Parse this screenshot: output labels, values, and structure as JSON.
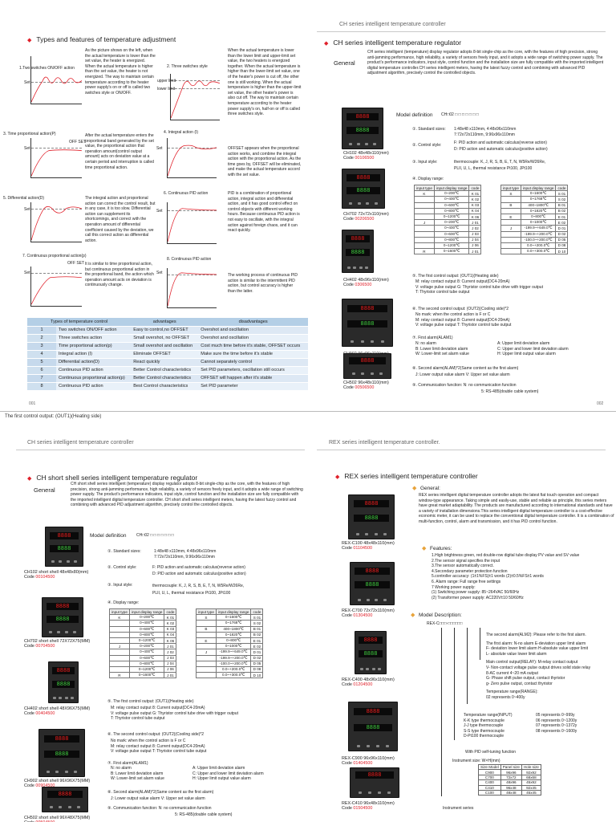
{
  "band_text": "The first control output: (OUT1)(Heating side)",
  "p1": {
    "header_right": "CH series intelligent temperature controller",
    "left_title": "Types and features of temperature adjustment",
    "right_title": "CH series intelligent temperature regulator",
    "general_label": "General",
    "general_text": "CH series intelligent (temperature) display regulator adopts 8-bit single-chip as the core, with the features of high precision, strong anti-jamming performance, high reliability, a variety of sensors freely input, and it adopts a wide range of switching power supply. The product's performance indicators, input style, control function and the installation size are fully compatible with the imported intelligent digital temperature controller.CH series intelligent meters, having the latest fuzzy control and combining with advanced PID adjustment algorithm, precisely control the controlled objects.",
    "graphs": [
      {
        "label": "1.Two switches ON/OFF action",
        "sv": "Set"
      },
      {
        "label": "2. Three switches style",
        "sv": "",
        "upper": "upper limit",
        "lower": "lower limit"
      },
      {
        "label": "3. Time proportional action(P)",
        "sv": "Set",
        "tag": "OFF SET"
      },
      {
        "label": "4. Integral action (I)",
        "sv": "Set"
      },
      {
        "label": "5. Differential action(D)",
        "sv": "Set"
      },
      {
        "label": "6. Continuous PID action",
        "sv": "Set"
      },
      {
        "label": "7. Continuous proportional action(p)",
        "sv": "Set",
        "tag": "OFF SET"
      },
      {
        "label": "8. Continuous PID action",
        "sv": "Set"
      }
    ],
    "desc": [
      "As the picture shows on the left, when the actual temperature is lower than the set value, the heater is energized. When the actual temperature is higher than the set value, the heater is not energized. The way to maintain certain temperature according to the heater power supply's on or off is called two switches style or ON/OFF.",
      "When the actual temperature is lower than the lower limit and upper-limit set value, the two heaters is energized together. When the actual temperature is higher than the lower-limit set value, one of the heater's power is cut off, the other one is still working. When the actual temperature is higher than the upper-limit set value, the other heater's power is also cut off. The way to maintain certain temperature according to the heater power supply's on, half-on or off is called three switches style.",
      "After the actual temperature enters the proportional band generated by the set value, the proportional action that operation amount(control output amount) acts on deviation value at a certain period and interruption is called time proportional action.",
      "OFFSET appears when the proportional action works, and combine the integral action with the proportional action. As the time goes by, OFFSET will be eliminated, and make the actual temperature accord with the set value.",
      "The integral action and proportional action can correct the control result, but in any case, it is too slow. Differential action can supplement its shortcomings, and correct with the operation amount of differential coefficient caused by the deviation, we call this correct action as differential action.",
      "PID is a combination of proportional action, integral action and differential action, and it has good control effect on control objects with different working hours. Because continuous PID action is not easy to oscillate, with the integral action against foreign chaos, and it can react quickly.",
      "It is similar to time proportional action, but continuous proportional action in the proportional band, the action which operation amount acts on deviation is continuously change.",
      "The working process of continuous PID action is similar to the intermittent PID action, but control accuracy is higher than the latter."
    ],
    "cmp_headers": [
      "Types of temperature control",
      "advantages",
      "disadvantages"
    ],
    "cmp_rows": [
      [
        "1",
        "Two switches ON/OFF action",
        "Easy to control,no OFFSET",
        "Overshot and oscillation"
      ],
      [
        "2",
        "Three switches action",
        "Small overshot, no OFFSET",
        "Overshot and oscillation"
      ],
      [
        "3",
        "Time proportional action(p)",
        "Small overshot and oscillation",
        "Cost much time before it's stable, OFFSET occurs"
      ],
      [
        "4",
        "Integral action (I)",
        "Eliminate OFFSET",
        "Make sure the time before it's stable"
      ],
      [
        "5",
        "Differential action(D)",
        "React quickly",
        "Cannot separately control"
      ],
      [
        "6",
        "Continuous PID action",
        "Better Control characteristics",
        "Set PID parameters, oscillation still occurs"
      ],
      [
        "7",
        "Continuous proportional action(p)",
        "Better Control characteristics",
        "OFFSET will happen after it's stable"
      ],
      [
        "8",
        "Continuous PID action",
        "Best Control characteristics",
        "Set PID parameter"
      ]
    ],
    "model_def": "Model definition",
    "model_code": "CH□02 □ □ □ □ □ □ □",
    "specs": {
      "s1_label": "①. Standard sizes:",
      "s1_val": "1:48x48 x110mm,  4:48x96x110mm",
      "s1_val2": "7:72x72x110mm,  9:96x96x110mm",
      "s2_label": "②. Control style:",
      "s2_val": "F: PID action and automatic calculus(reverse action)",
      "s2_val2": "D: PID action and automatic calculus(positive action)",
      "s3_label": "③. Input style:",
      "s3_val": "thermocouple: K, J, R, S, B, E, T, N, W5Re/W26Re,",
      "s3_val2": "PLII, U, L, thermal resistance Pt100, JPt100",
      "s4_label": "④. Display range:",
      "s5_label": "⑤. The first control output: (OUT1)(Heating side)",
      "s5_lines": [
        "M: relay contact output   8: Current output(DC4-20mA)",
        "V: voltage pulse output   G: Thyristor control tube drive with trigger output",
        "T: Thyristor control tube output"
      ],
      "s6_label": "⑥. The second control output: (OUT2)(Cooling side)*2",
      "s6_lines": [
        "No mark: when the control action is F or C",
        "M: relay contact output   8: Current output(DC4-20mA)",
        "V: voltage pulse output   T: Thyristor control tube output"
      ],
      "s7_label": "⑦. First alarm(ALAM1)",
      "s7_l": [
        "N: no alarm",
        "B: Lower limit deviation alarm",
        "W: Lower-limit set alarm value"
      ],
      "s7_r": [
        "A: Upper limit deviation alarm",
        "C: Upper and lower limit deviation alarm",
        "H: Upper limit output value alarm"
      ],
      "s8_label": "⑧. Second alarm(ALAM)*2(Same content as the first alarm)",
      "s8_val": "J: Lower output value alarm  V: Upper set value alarm",
      "s9_label": "⑨. Communication function:  N: no communication function",
      "s9_val": "5: RS-485(double cable system)"
    },
    "range_head": [
      "input type",
      "input display range",
      "code"
    ],
    "range_left": [
      [
        "K",
        "0~200℃",
        "K 01"
      ],
      [
        "",
        "0~400℃",
        "K 02"
      ],
      [
        "",
        "0~600℃",
        "K 03"
      ],
      [
        "",
        "0~800℃",
        "K 04"
      ],
      [
        "",
        "0~1200℃",
        "K 06"
      ],
      [
        "J",
        "0~200℃",
        "J 01"
      ],
      [
        "",
        "0~400℃",
        "J 02"
      ],
      [
        "",
        "0~600℃",
        "J 03"
      ],
      [
        "",
        "0~800℃",
        "J 04"
      ],
      [
        "",
        "0~1200℃",
        "J 06"
      ],
      [
        "R",
        "0~1600℃",
        "J 01"
      ]
    ],
    "range_right": [
      [
        "S",
        "0~1600℃",
        "S 01"
      ],
      [
        "",
        "0~1768℃",
        "S 02"
      ],
      [
        "B",
        "400~1800℃",
        "B 01"
      ],
      [
        "",
        "0~1820℃",
        "B 02"
      ],
      [
        "E",
        "0~800℃",
        "E 01"
      ],
      [
        "",
        "0~1000℃",
        "E 02"
      ],
      [
        "J",
        "-199.9~+649.0℃",
        "D 01"
      ],
      [
        "",
        "-199.9~+200.0℃",
        "D 02"
      ],
      [
        "",
        "-100.0~+200.0℃",
        "D 05"
      ],
      [
        "",
        "0.0~+200.0℃",
        "D 08"
      ],
      [
        "",
        "0.0~+300.0℃",
        "D 10"
      ]
    ],
    "devices": [
      {
        "name": "CH102",
        "size": "48x48x110(mm)",
        "code": "00106500"
      },
      {
        "name": "CH702",
        "size": "72x72x110(mm)",
        "code": "00206500"
      },
      {
        "name": "CH402",
        "size": "48x96x110(mm)",
        "code": "0306500"
      },
      {
        "name": "CH902",
        "size": "96x96x110(mm)",
        "code": "00406500"
      },
      {
        "name": "CH502",
        "size": "96x48x110(mm)",
        "code": "00506500"
      }
    ],
    "page_l": "001",
    "page_r": "002"
  },
  "p2": {
    "header_left": "CH series intelligent temperature controller",
    "header_right": "REX series intelligent temperature controller.",
    "left_title": "CH short shell series intelligent temperature regulator",
    "general_label": "General",
    "general_text": "CH short shell series intelligent (temperature) display regulator adopts 8-bit single-chip as the core, with the features of high precision, strong anti-jamming performance, high reliability, a variety of sensors freely input, and it adopts a wide range of switching power supply. The product's performance indicators, input style, control function and the installation size are fully compatible with the imported intelligent digital temperature controller. CH short shell series intelligent meters, having the latest fuzzy control and combining with advanced PID adjustment algorithm, precisely control the controlled objects.",
    "model_def": "Model definition",
    "model_code": "CH□02 □ □ □ □ □ □ □",
    "devices": [
      {
        "name": "CH102 short shell",
        "size": "48x48x80(mm)",
        "code": "00104500"
      },
      {
        "name": "CH702 short shell",
        "size": "72X72X75(MM)",
        "code": "00704500"
      },
      {
        "name": "CH402 short shell",
        "size": "48X96X75(MM)",
        "code": "00404500"
      },
      {
        "name": "CH902 short shell",
        "size": "96X96X75(MM)",
        "code": "00904500"
      },
      {
        "name": "CH502 short shell",
        "size": "96X48X75(MM)",
        "code": "00504500"
      }
    ],
    "right_title": "REX series intelligent temperature controller",
    "general_head": "General:",
    "rex_text": "REX series intelligent digital temperature controller adopts the latest fiat touch operation and compact window-type appearance. Taking simple and easily-use, stable and reliable as principle, this series meters have great market adaptability. The products are manufactured according to international standards and have a variety of installation dimensions.This series intelligent digital temperature controller is a cost-effective economic meter, it can be used to replace the conventional digital temperature controller. It is a combination of multi-function, control, alarm and transmission, and it has PID control function.",
    "features_head": "Features:",
    "features": [
      "1.High brightness green, red double-row digital tube display PV value and SV value",
      "2.The sensor signal specifies the input",
      "3.The sensor automatically correct.",
      "4.Secondary parameter protection function",
      "5.controller accuracy: (1±1%FS)±1 words          (2)±0.5%FS±1 words",
      "6. Alarm range: Full range free settings",
      "7 Working power supply:",
      "(1) Switching power supply: 85~264VAC 50/60Hz",
      "(2) Transformer power supply: AC220V±10 50/60Hz"
    ],
    "model_desc_head": "Model Description:",
    "model_desc_code": "REX-C□□□-□□□□□□",
    "tree": [
      "The second alarm(ALM2): Please refer to the first alarm.",
      "The first alarm: N-no alarm   E-deviation upper limit alarm",
      "F- deviation lower limit alarm   H-absolute value upper limit",
      "L- absolute value lower limit alarm",
      "Main control output(RELAY): M-relay contact output",
      "V- Non-contact voltage pulse output drives solid state relay",
      "8-AC current 4~20 mA output",
      "G- Phase shift pulse output, contact thyristor",
      "g- Zero pulse output, contact thyristor",
      "Temperature range(RANGE):",
      "02 represents 0~400y"
    ],
    "tr_types": [
      "Temperature range(INPUT)",
      "K-K type thermocouple",
      "J-J type thermocouple",
      "S-S type thermocouple",
      "D-Pt100 thermocouple"
    ],
    "tr_ranges": [
      "05 represents 0~999y",
      "06 represents 0~1200y",
      "07 represents 0~1372y",
      "08 represents 0~1600y"
    ],
    "pid": "With PID self-tuning function",
    "inst": "Instrument size: W×H(mm)",
    "ht_head": [
      "Size Model",
      "Panel size",
      "Hole size"
    ],
    "ht_rows": [
      [
        "C900",
        "96x96",
        "92x92"
      ],
      [
        "C700",
        "72x72",
        "68x68"
      ],
      [
        "C400",
        "48x96",
        "45x92"
      ],
      [
        "C410",
        "96x48",
        "92x45"
      ],
      [
        "C100",
        "48x48",
        "45x45"
      ]
    ],
    "inst_series": "Instrument series",
    "rex_devices": [
      {
        "name": "REX-C100",
        "size": "48x48x110(mm)",
        "code": "01104500"
      },
      {
        "name": "REX-C700",
        "size": "72x72x110(mm)",
        "code": "01304500"
      },
      {
        "name": "REX-C400",
        "size": "48x96x110(mm)",
        "code": "01204500"
      },
      {
        "name": "REX-C900",
        "size": "96x96x110(mm)",
        "code": "01404500"
      },
      {
        "name": "REX-C410",
        "size": "96x48x110(mm)",
        "code": "01504500"
      }
    ]
  }
}
